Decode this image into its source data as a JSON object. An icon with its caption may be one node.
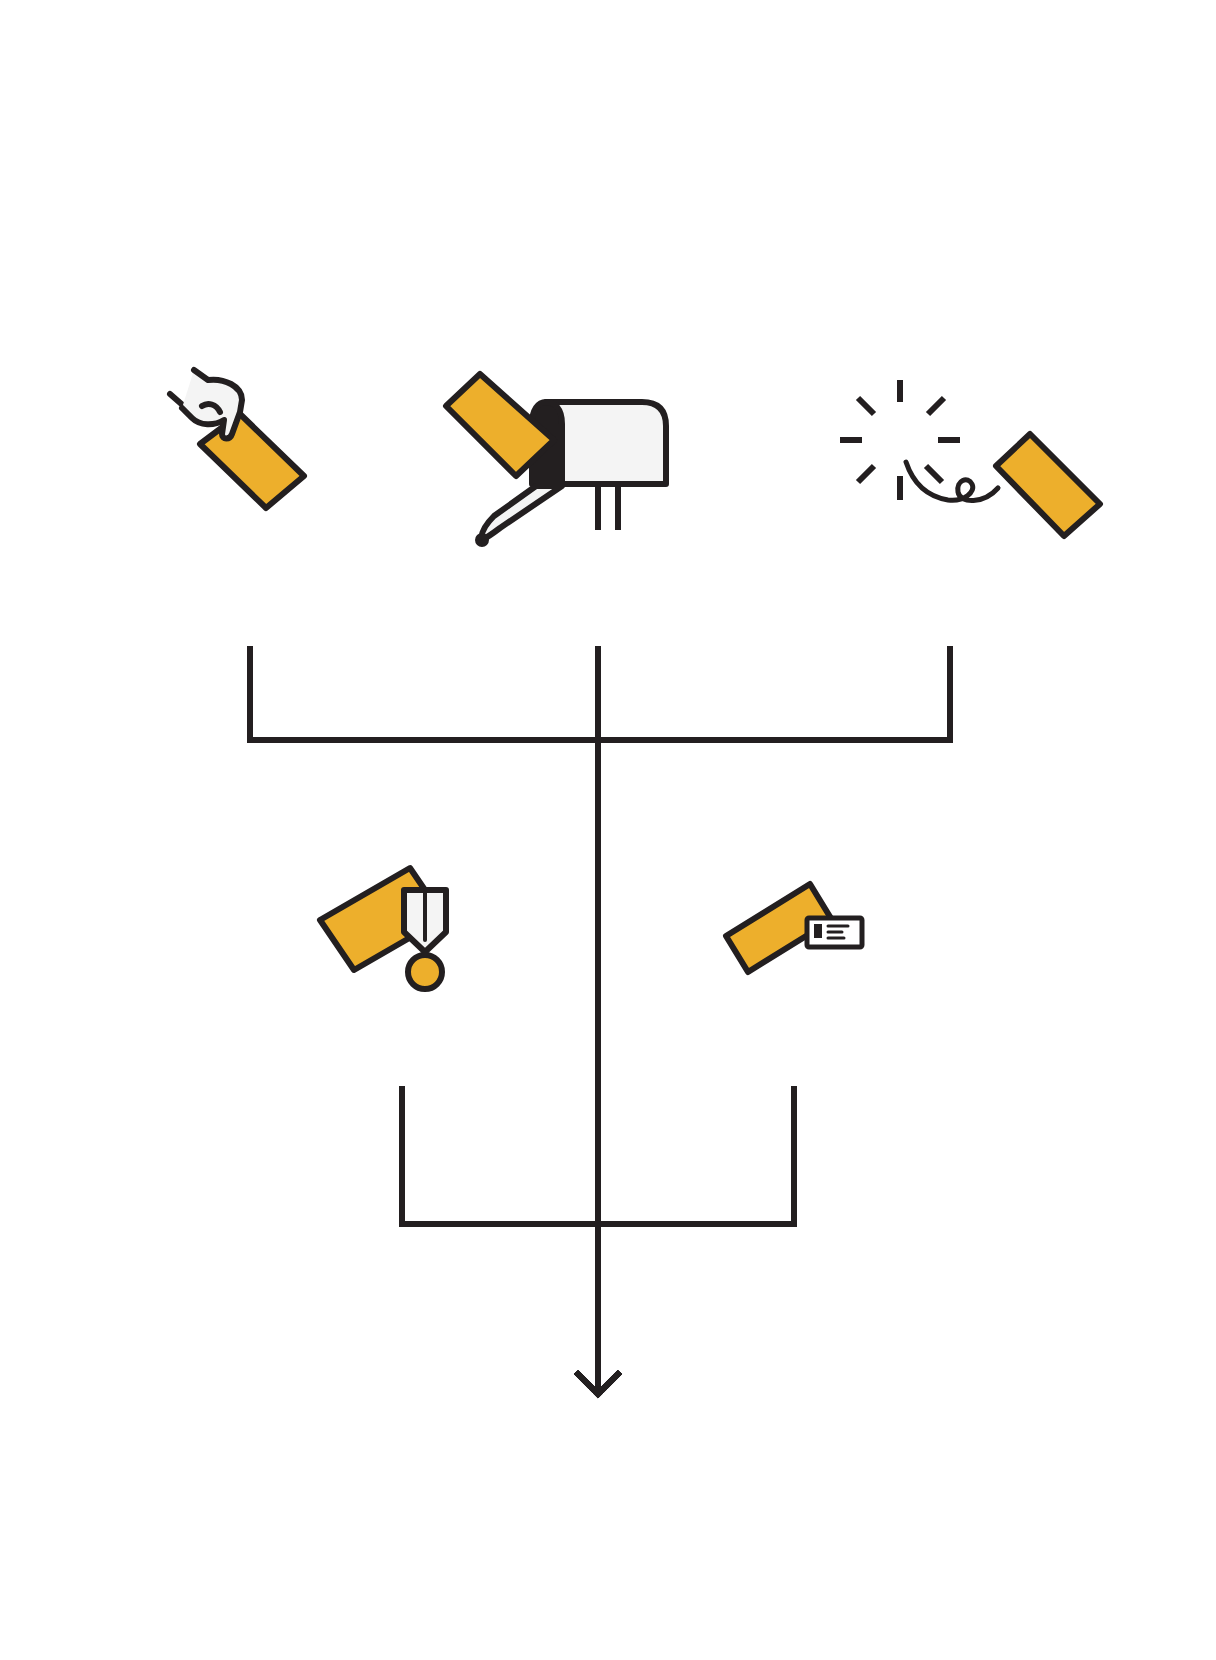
{
  "diagram": {
    "nodes": [
      {
        "text": [],
        "shape": "picture"
      },
      {
        "text": [],
        "shape": "picture"
      },
      {
        "text": [],
        "shape": "picture"
      },
      {
        "text": [],
        "shape": "picture"
      },
      {
        "text": [],
        "shape": "picture"
      }
    ],
    "edges": [
      {
        "from": 0,
        "to": null,
        "arrow": "to"
      },
      {
        "from": 1,
        "to": null,
        "arrow": "to"
      },
      {
        "from": 2,
        "to": null,
        "arrow": "to"
      },
      {
        "from": 3,
        "to": null,
        "arrow": "to"
      },
      {
        "from": 4,
        "to": null,
        "arrow": "to"
      }
    ]
  }
}
